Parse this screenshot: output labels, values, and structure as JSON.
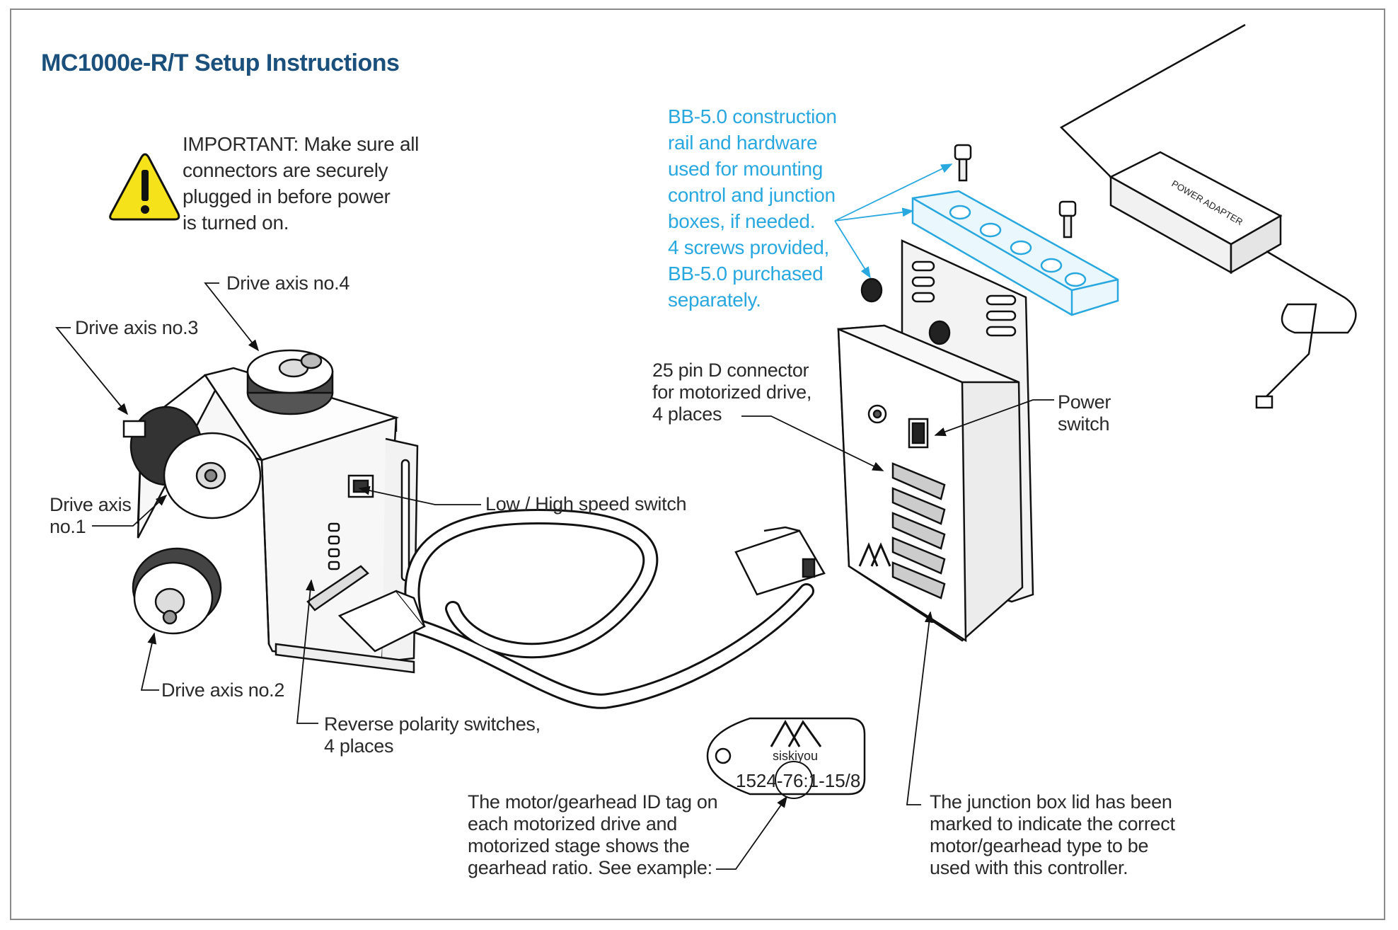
{
  "title": "MC1000e-R/T Setup Instructions",
  "colors": {
    "title": "#1b4f7c",
    "callout_blue": "#29a8df",
    "warning_yellow": "#f5e21a",
    "frame": "#8a8a8a"
  },
  "warning": {
    "icon": "warning-triangle-icon",
    "text": "IMPORTANT: Make sure all\nconnectors are securely\nplugged in before power\nis turned on."
  },
  "labels": {
    "drive_axis_4": "Drive axis no.4",
    "drive_axis_3": "Drive axis no.3",
    "drive_axis_1": "Drive axis\nno.1",
    "drive_axis_2": "Drive axis no.2",
    "speed_switch": "Low / High speed switch",
    "polarity": "Reverse polarity switches,\n4 places",
    "connector": "25 pin D connector\nfor motorized drive,\n4 places",
    "power_switch": "Power\nswitch",
    "rail": "BB-5.0 construction\nrail and hardware\nused for mounting\ncontrol and junction\nboxes, if needed.\n4 screws provided,\nBB-5.0 purchased\nseparately.",
    "id_tag_note": "The motor/gearhead ID tag on\neach motorized drive and\nmotorized stage shows the\ngearhead ratio.  See example:",
    "junction_note": "The junction box lid has been\nmarked to indicate the correct\nmotor/gearhead type to be\nused with this controller.",
    "power_adapter": "POWER ADAPTER"
  },
  "id_tag": {
    "brand": "siskiyou",
    "code": "1524-76:1-15/8"
  }
}
